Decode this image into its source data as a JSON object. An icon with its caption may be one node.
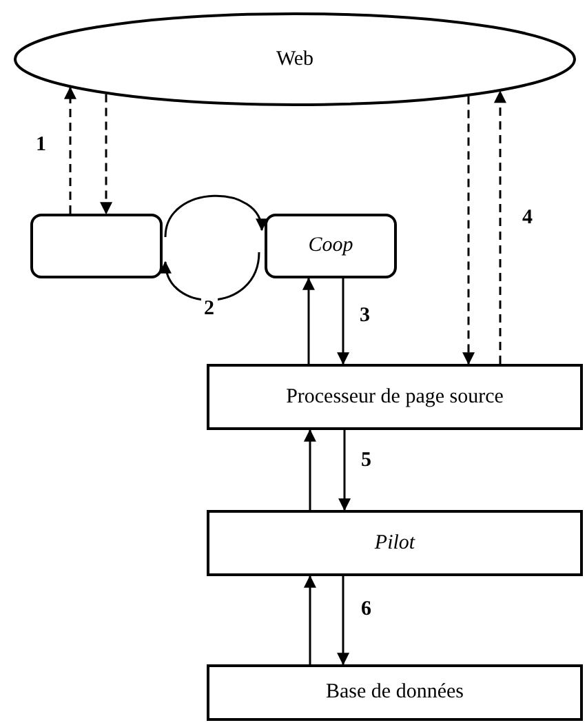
{
  "diagram": {
    "nodes": [
      {
        "text": [
          "Web"
        ]
      },
      {
        "text": [],
        "shape": "box"
      },
      {
        "text": [
          "Coop"
        ]
      },
      {
        "text": [
          "Processeur de page source"
        ]
      },
      {
        "text": [
          "Pilot"
        ]
      },
      {
        "text": [
          "Base de données"
        ]
      }
    ],
    "edges": [
      {
        "from": 1,
        "to": 0,
        "arrow": "to",
        "style": "dashed",
        "label": "1"
      },
      {
        "from": 0,
        "to": 1,
        "arrow": "to",
        "style": "dashed"
      },
      {
        "from": 1,
        "to": 2,
        "arrow": "to"
      },
      {
        "from": 2,
        "to": 1,
        "arrow": "to",
        "label": "2"
      },
      {
        "from": 3,
        "to": 2,
        "arrow": "to"
      },
      {
        "from": 2,
        "to": 3,
        "arrow": "to",
        "label": "3"
      },
      {
        "from": 0,
        "to": 3,
        "arrow": "to",
        "style": "dashed"
      },
      {
        "from": 3,
        "to": 0,
        "arrow": "to",
        "style": "dashed",
        "label": "4"
      },
      {
        "from": 4,
        "to": 3,
        "arrow": "to"
      },
      {
        "from": 3,
        "to": 4,
        "arrow": "to",
        "label": "5"
      },
      {
        "from": 5,
        "to": 4,
        "arrow": "to"
      },
      {
        "from": 4,
        "to": 5,
        "arrow": "to",
        "label": "6"
      }
    ]
  }
}
